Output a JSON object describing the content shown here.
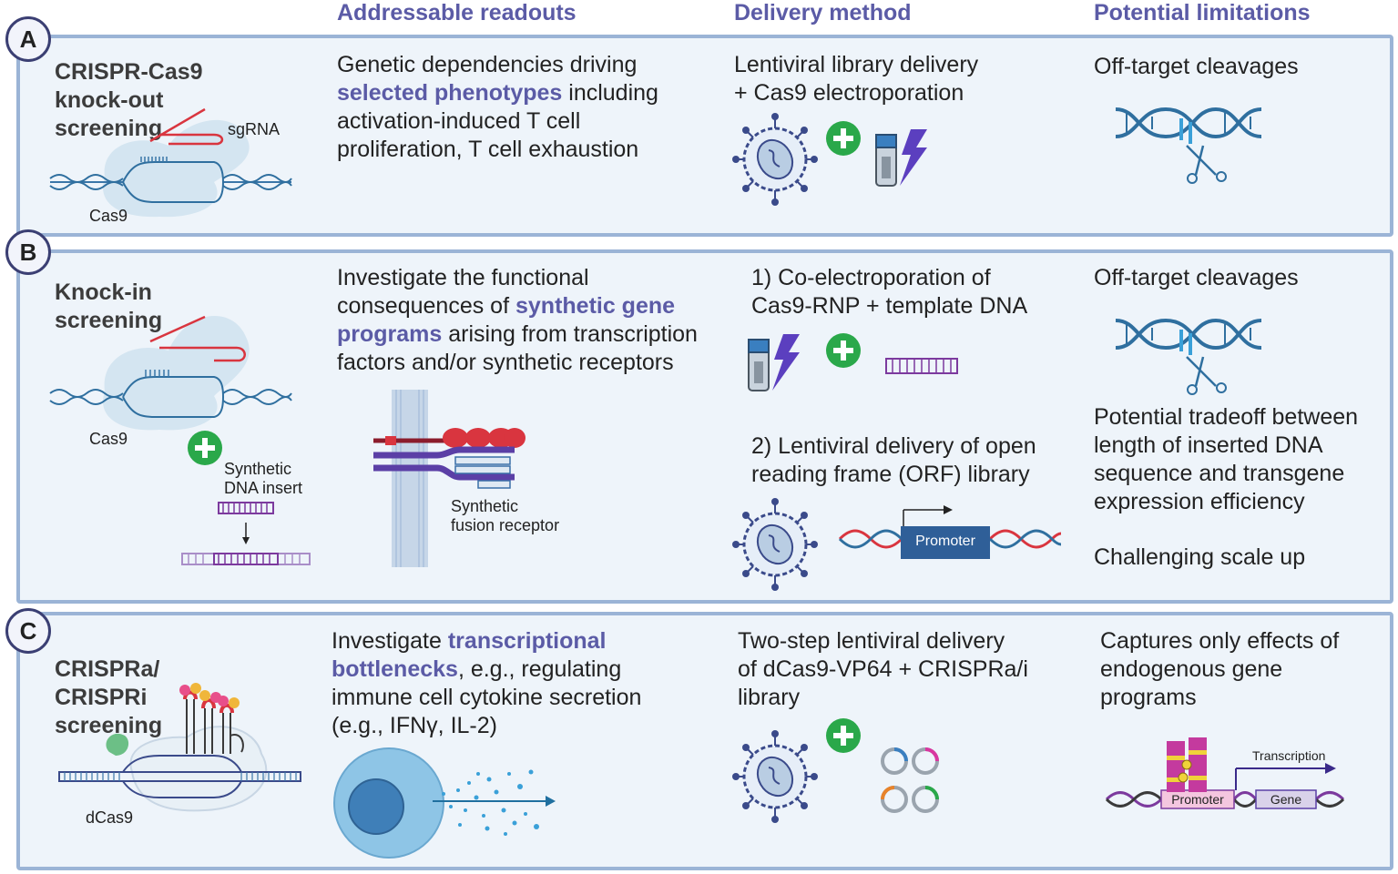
{
  "headers": {
    "readouts": "Addressable readouts",
    "delivery": "Delivery method",
    "limitations": "Potential limitations"
  },
  "panels": {
    "a": {
      "letter": "A",
      "title_lines": [
        "CRISPR-Cas9",
        "knock-out",
        "screening"
      ],
      "labels": {
        "sgrna": "sgRNA",
        "cas9": "Cas9"
      },
      "readout": {
        "line1": "Genetic dependencies driving",
        "hl1": "selected phenotypes",
        "line2_rest": " including",
        "line3": "activation-induced T cell",
        "line4": "proliferation, T cell exhaustion"
      },
      "delivery_lines": [
        "Lentiviral library delivery",
        "+ Cas9 electroporation"
      ],
      "limitation": "Off-target cleavages"
    },
    "b": {
      "letter": "B",
      "title_lines": [
        "Knock-in",
        "screening"
      ],
      "labels": {
        "cas9": "Cas9",
        "insert1": "Synthetic",
        "insert2": "DNA insert",
        "fusion1": "Synthetic",
        "fusion2": "fusion receptor",
        "promoter": "Promoter"
      },
      "readout": {
        "line1": "Investigate the functional",
        "line2_pre": "consequences of ",
        "hl1": "synthetic gene",
        "hl2": "programs",
        "line3_rest": " arising from transcription",
        "line4": "factors and/or synthetic receptors"
      },
      "delivery1_lines": [
        "1) Co-electroporation of",
        "Cas9-RNP + template DNA"
      ],
      "delivery2_lines": [
        "2) Lentiviral delivery of open",
        "reading frame (ORF) library"
      ],
      "limitation1": "Off-target cleavages",
      "limitation2_lines": [
        "Potential tradeoff between",
        "length of inserted DNA",
        "sequence and transgene",
        "expression efficiency"
      ],
      "limitation3": "Challenging scale up"
    },
    "c": {
      "letter": "C",
      "title_lines": [
        "CRISPRa/",
        "CRISPRi",
        "screening"
      ],
      "labels": {
        "dcas9": "dCas9",
        "transcription": "Transcription",
        "promoter": "Promoter",
        "gene": "Gene"
      },
      "readout": {
        "pre": "Investigate ",
        "hl1": "transcriptional",
        "hl2": "bottlenecks",
        "line2_rest": ", e.g., regulating",
        "line3": "immune cell cytokine secretion",
        "line4": "(e.g., IFNγ, IL-2)"
      },
      "delivery_lines": [
        "Two-step lentiviral delivery",
        "of dCas9-VP64 + CRISPRa/i",
        "library"
      ],
      "limitation_lines": [
        "Captures only effects of",
        "endogenous gene",
        "programs"
      ]
    }
  },
  "colors": {
    "accent": "#5b5ba6",
    "panel_bg": "#eef4fa",
    "panel_border": "#9bb4d6",
    "plus_green": "#2aa84a",
    "dna_blue": "#2f6f9f"
  }
}
